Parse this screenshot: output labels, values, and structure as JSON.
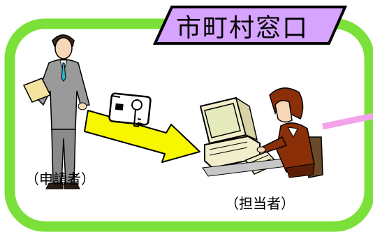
{
  "title": "市町村窓口",
  "applicant_label": "（申請者）",
  "staff_label": "（担当者）",
  "colors": {
    "frame_green": "#7be13a",
    "title_fill": "#d6a3ff",
    "arrow_fill": "#f7f700",
    "connector_pink": "#f4a3ea"
  },
  "icons": [
    "businessman-icon",
    "card-key-icon",
    "arrow-icon",
    "computer-icon",
    "staff-woman-icon"
  ]
}
